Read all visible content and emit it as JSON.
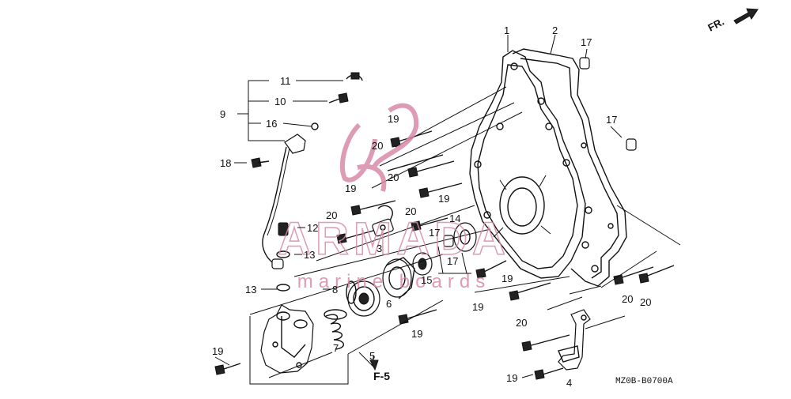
{
  "callouts": [
    {
      "key": "c1",
      "text": "1"
    },
    {
      "key": "c2",
      "text": "2"
    },
    {
      "key": "c17a",
      "text": "17"
    },
    {
      "key": "c17b",
      "text": "17"
    },
    {
      "key": "c11",
      "text": "11"
    },
    {
      "key": "c10",
      "text": "10"
    },
    {
      "key": "c9",
      "text": "9"
    },
    {
      "key": "c16",
      "text": "16"
    },
    {
      "key": "c18",
      "text": "18"
    },
    {
      "key": "c19a",
      "text": "19"
    },
    {
      "key": "c20a",
      "text": "20"
    },
    {
      "key": "c20b",
      "text": "20"
    },
    {
      "key": "c19b",
      "text": "19"
    },
    {
      "key": "c19c",
      "text": "19"
    },
    {
      "key": "c20c",
      "text": "20"
    },
    {
      "key": "c20d",
      "text": "20"
    },
    {
      "key": "c14",
      "text": "14"
    },
    {
      "key": "c12",
      "text": "12"
    },
    {
      "key": "c17c",
      "text": "17"
    },
    {
      "key": "c17d",
      "text": "17"
    },
    {
      "key": "c3",
      "text": "3"
    },
    {
      "key": "c13a",
      "text": "13"
    },
    {
      "key": "c13b",
      "text": "13"
    },
    {
      "key": "c8",
      "text": "8"
    },
    {
      "key": "c15",
      "text": "15"
    },
    {
      "key": "c6",
      "text": "6"
    },
    {
      "key": "c19d",
      "text": "19"
    },
    {
      "key": "c19e",
      "text": "19"
    },
    {
      "key": "c20e",
      "text": "20"
    },
    {
      "key": "c20f",
      "text": "20"
    },
    {
      "key": "c19f",
      "text": "19"
    },
    {
      "key": "c7",
      "text": "7"
    },
    {
      "key": "c5",
      "text": "5"
    },
    {
      "key": "c20g",
      "text": "20"
    },
    {
      "key": "c19g",
      "text": "19"
    },
    {
      "key": "c19h",
      "text": "19"
    },
    {
      "key": "c4",
      "text": "4"
    }
  ],
  "ref_f5": "F-5",
  "front_marker": "FR.",
  "diagram_code": "MZ0B-B0700A",
  "watermark": {
    "brand": "ARMADA",
    "tagline": "marine boards",
    "color": "#d98aa8"
  }
}
